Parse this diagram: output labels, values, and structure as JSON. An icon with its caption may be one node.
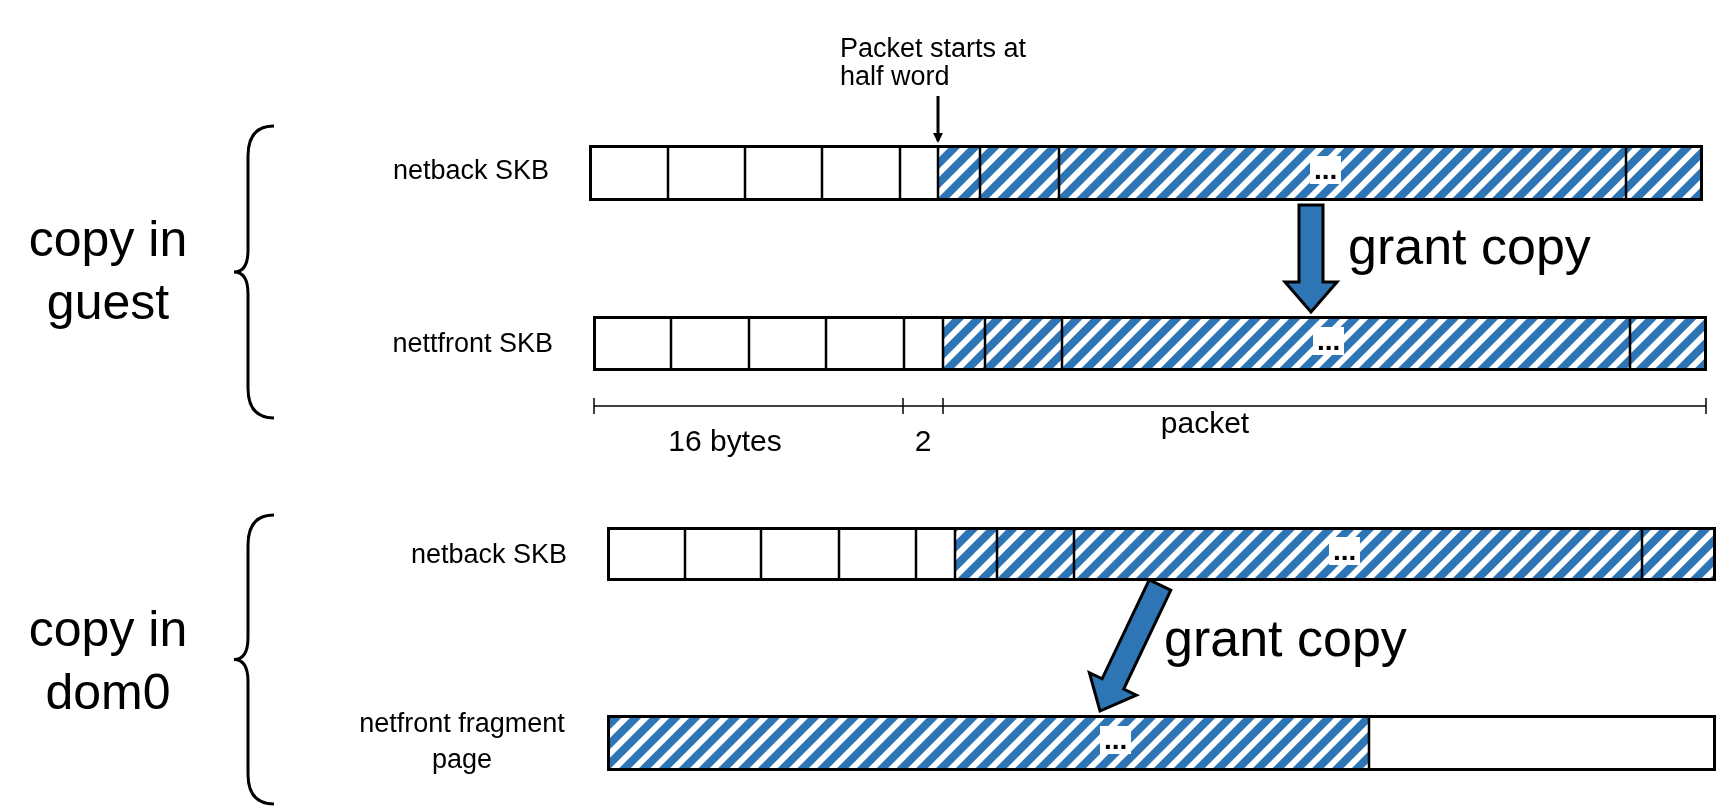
{
  "diagram": {
    "nodes": [
      {
        "text": [
          "Packet starts at half word"
        ]
      },
      {
        "text": [
          "..."
        ],
        "beside": [
          "netback SKB"
        ]
      },
      {
        "text": [
          "..."
        ],
        "beside": [
          "nettfront SKB"
        ]
      },
      {
        "text": [
          "..."
        ],
        "beside": [
          "netback SKB"
        ]
      },
      {
        "text": [
          "..."
        ],
        "beside": [
          "netfront fragment page"
        ]
      }
    ],
    "edges": [
      {
        "from": 0,
        "to": 1,
        "arrow": "to"
      },
      {
        "from": 1,
        "to": 2,
        "arrow": "to",
        "label": "grant copy",
        "style": "thick",
        "color": "#2e75b6"
      },
      {
        "from": 3,
        "to": 4,
        "arrow": "to",
        "label": "grant copy",
        "style": "thick",
        "color": "#2e75b6"
      }
    ],
    "labels": [
      "copy in guest",
      "16 bytes",
      "2",
      "packet",
      "copy in dom0"
    ]
  }
}
